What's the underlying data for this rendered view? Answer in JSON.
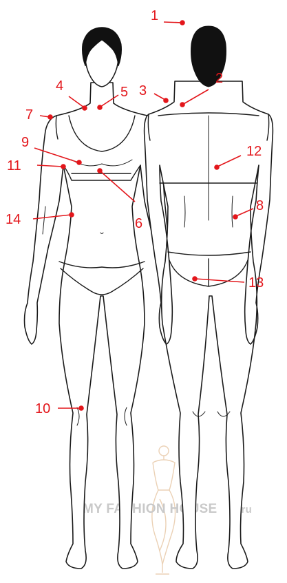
{
  "labels": [
    {
      "id": "1",
      "text": "1"
    },
    {
      "id": "2",
      "text": "2"
    },
    {
      "id": "3",
      "text": "3"
    },
    {
      "id": "4",
      "text": "4"
    },
    {
      "id": "5",
      "text": "5"
    },
    {
      "id": "6",
      "text": "6"
    },
    {
      "id": "7",
      "text": "7"
    },
    {
      "id": "8",
      "text": "8"
    },
    {
      "id": "9",
      "text": "9"
    },
    {
      "id": "10",
      "text": "10"
    },
    {
      "id": "11",
      "text": "11"
    },
    {
      "id": "12",
      "text": "12"
    },
    {
      "id": "13",
      "text": "13"
    },
    {
      "id": "14",
      "text": "14"
    }
  ],
  "watermark": {
    "brand": "MY FASHION HOUSE",
    "domain": ".ru"
  },
  "colors": {
    "marker": "#e3161b",
    "outline": "#1a1a1a",
    "hair": "#111111",
    "watermark_text": "#c9c9c9",
    "watermark_mannequin": "#e8c9a8"
  }
}
